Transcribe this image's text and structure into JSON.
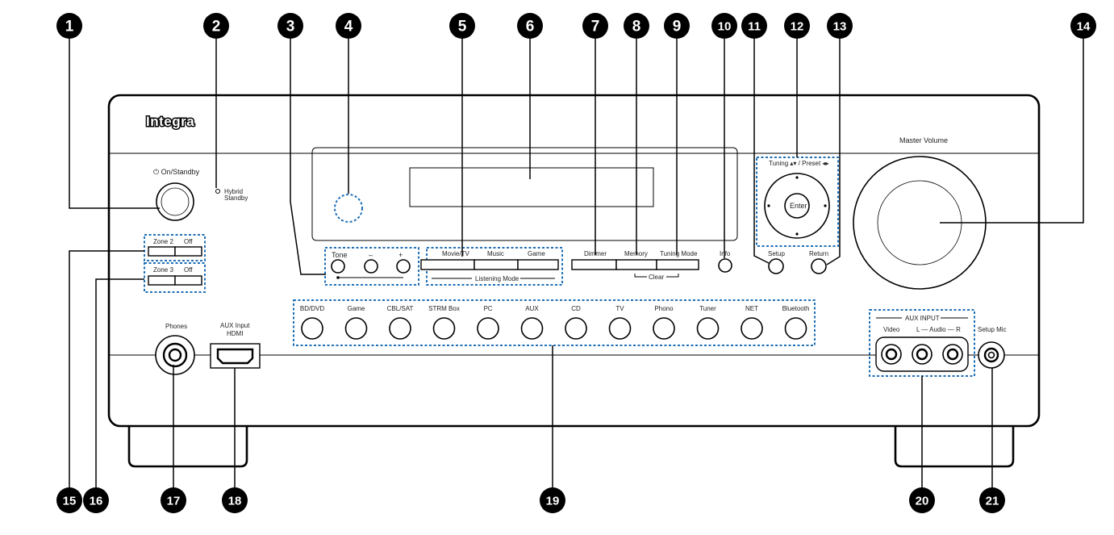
{
  "brand": "Integra",
  "callouts": [
    "1",
    "2",
    "3",
    "4",
    "5",
    "6",
    "7",
    "8",
    "9",
    "10",
    "11",
    "12",
    "13",
    "14",
    "15",
    "16",
    "17",
    "18",
    "19",
    "20",
    "21"
  ],
  "labels": {
    "on_standby": "⏻ On/Standby",
    "hybrid": "Hybrid",
    "standby": "Standby",
    "zone2": "Zone 2",
    "zone3": "Zone 3",
    "off": "Off",
    "tone": "Tone",
    "minus": "–",
    "plus": "+",
    "movie_tv": "Movie/TV",
    "music": "Music",
    "game": "Game",
    "listening_mode": "Listening Mode",
    "dimmer": "Dimmer",
    "memory": "Memory",
    "tuning_mode": "Tuning Mode",
    "clear": "Clear",
    "info": "Info",
    "setup": "Setup",
    "return": "Return",
    "tuning_preset": "Tuning ▴▾ / Preset ◂▸",
    "enter": "Enter",
    "master_volume": "Master Volume",
    "phones": "Phones",
    "aux_input": "AUX Input",
    "hdmi": "HDMI",
    "aux_input_caps": "AUX INPUT",
    "video": "Video",
    "audio_lr": "L — Audio — R",
    "setup_mic": "Setup Mic"
  },
  "inputs": [
    "BD/DVD",
    "Game",
    "CBL/SAT",
    "STRM Box",
    "PC",
    "AUX",
    "CD",
    "TV",
    "Phono",
    "Tuner",
    "NET",
    "Bluetooth"
  ]
}
